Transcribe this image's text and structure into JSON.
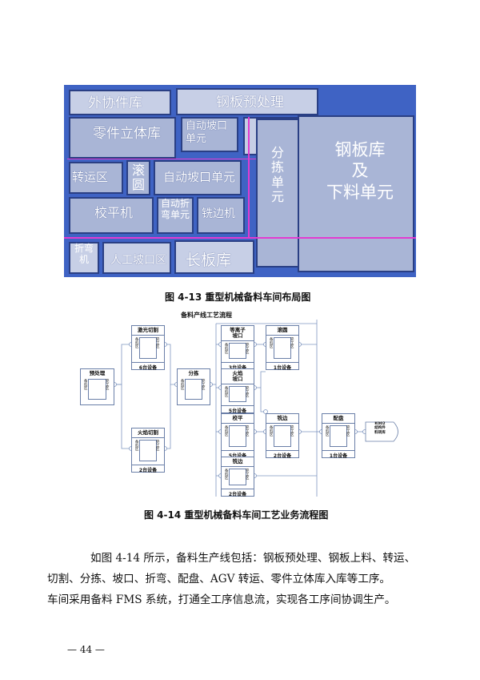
{
  "figure13": {
    "labels": {
      "outsourced_warehouse": "外协件库",
      "steel_pretreatment": "钢板预处理",
      "parts_stereo_warehouse": "零件立体库",
      "auto_groove_unit_top": "自动坡口单元",
      "steel_store_and_blanking": [
        "钢板库",
        "及",
        "下料单元"
      ],
      "sorting_unit": [
        "分",
        "拣",
        "单",
        "元"
      ],
      "turnover_area": "转运区",
      "rolling": [
        "滚",
        "圆"
      ],
      "auto_groove_unit": "自动坡口单元",
      "leveling_machine": "校平机",
      "auto_bending_unit": [
        "自动折",
        "弯单元"
      ],
      "edge_milling": "铣边机",
      "bending_machine": [
        "折弯",
        "机"
      ],
      "manual_groove_area": "人工坡口区",
      "long_plate_store": "长板库"
    },
    "caption": "图 4-13    重型机械备料车间布局图"
  },
  "figure14": {
    "title": "备料产线工艺流程",
    "box_sides": {
      "left": [
        "备",
        "料",
        "区"
      ],
      "right": [
        "完",
        "工",
        "区"
      ]
    },
    "nodes": {
      "pretreat": {
        "title": "预处理",
        "count": ""
      },
      "laser": {
        "title": "激光切割",
        "count": "6台设备"
      },
      "flame": {
        "title": "火焰切割",
        "count": "2台设备"
      },
      "sort": {
        "title": "分拣",
        "count": ""
      },
      "plasma": {
        "title": "等离子\n坡口",
        "count": "3台设备"
      },
      "flamegroove": {
        "title": "火焰\n坡口",
        "count": "5台设备"
      },
      "level": {
        "title": "校平",
        "count": "5台设备"
      },
      "mill": {
        "title": "铣边",
        "count": "2台设备"
      },
      "roll": {
        "title": "滚圆",
        "count": "1台设备"
      },
      "edgemill": {
        "title": "铣边",
        "count": "2台设备"
      },
      "kit": {
        "title": "配盘",
        "count": "1台设备"
      },
      "store": {
        "title": "K002\n结构件\n料转库",
        "count": ""
      }
    },
    "caption": "图 4-14    重型机械备料车间工艺业务流程图"
  },
  "body_lines": [
    "如图 4-14 所示，备料生产线包括：钢板预处理、钢板上料、转运、",
    "切割、分拣、坡口、折弯、配盘、AGV 转运、零件立体库入库等工序。",
    "车间采用备料 FMS 系统，打通全工序信息流，实现各工序间协调生产。"
  ],
  "page_number": "— 44 —",
  "colors": {
    "layout_bg": "#3f63c4",
    "zone": "#a9b5d6",
    "accent_line": "#e23bd0",
    "flow_border": "#6a7fa8"
  }
}
